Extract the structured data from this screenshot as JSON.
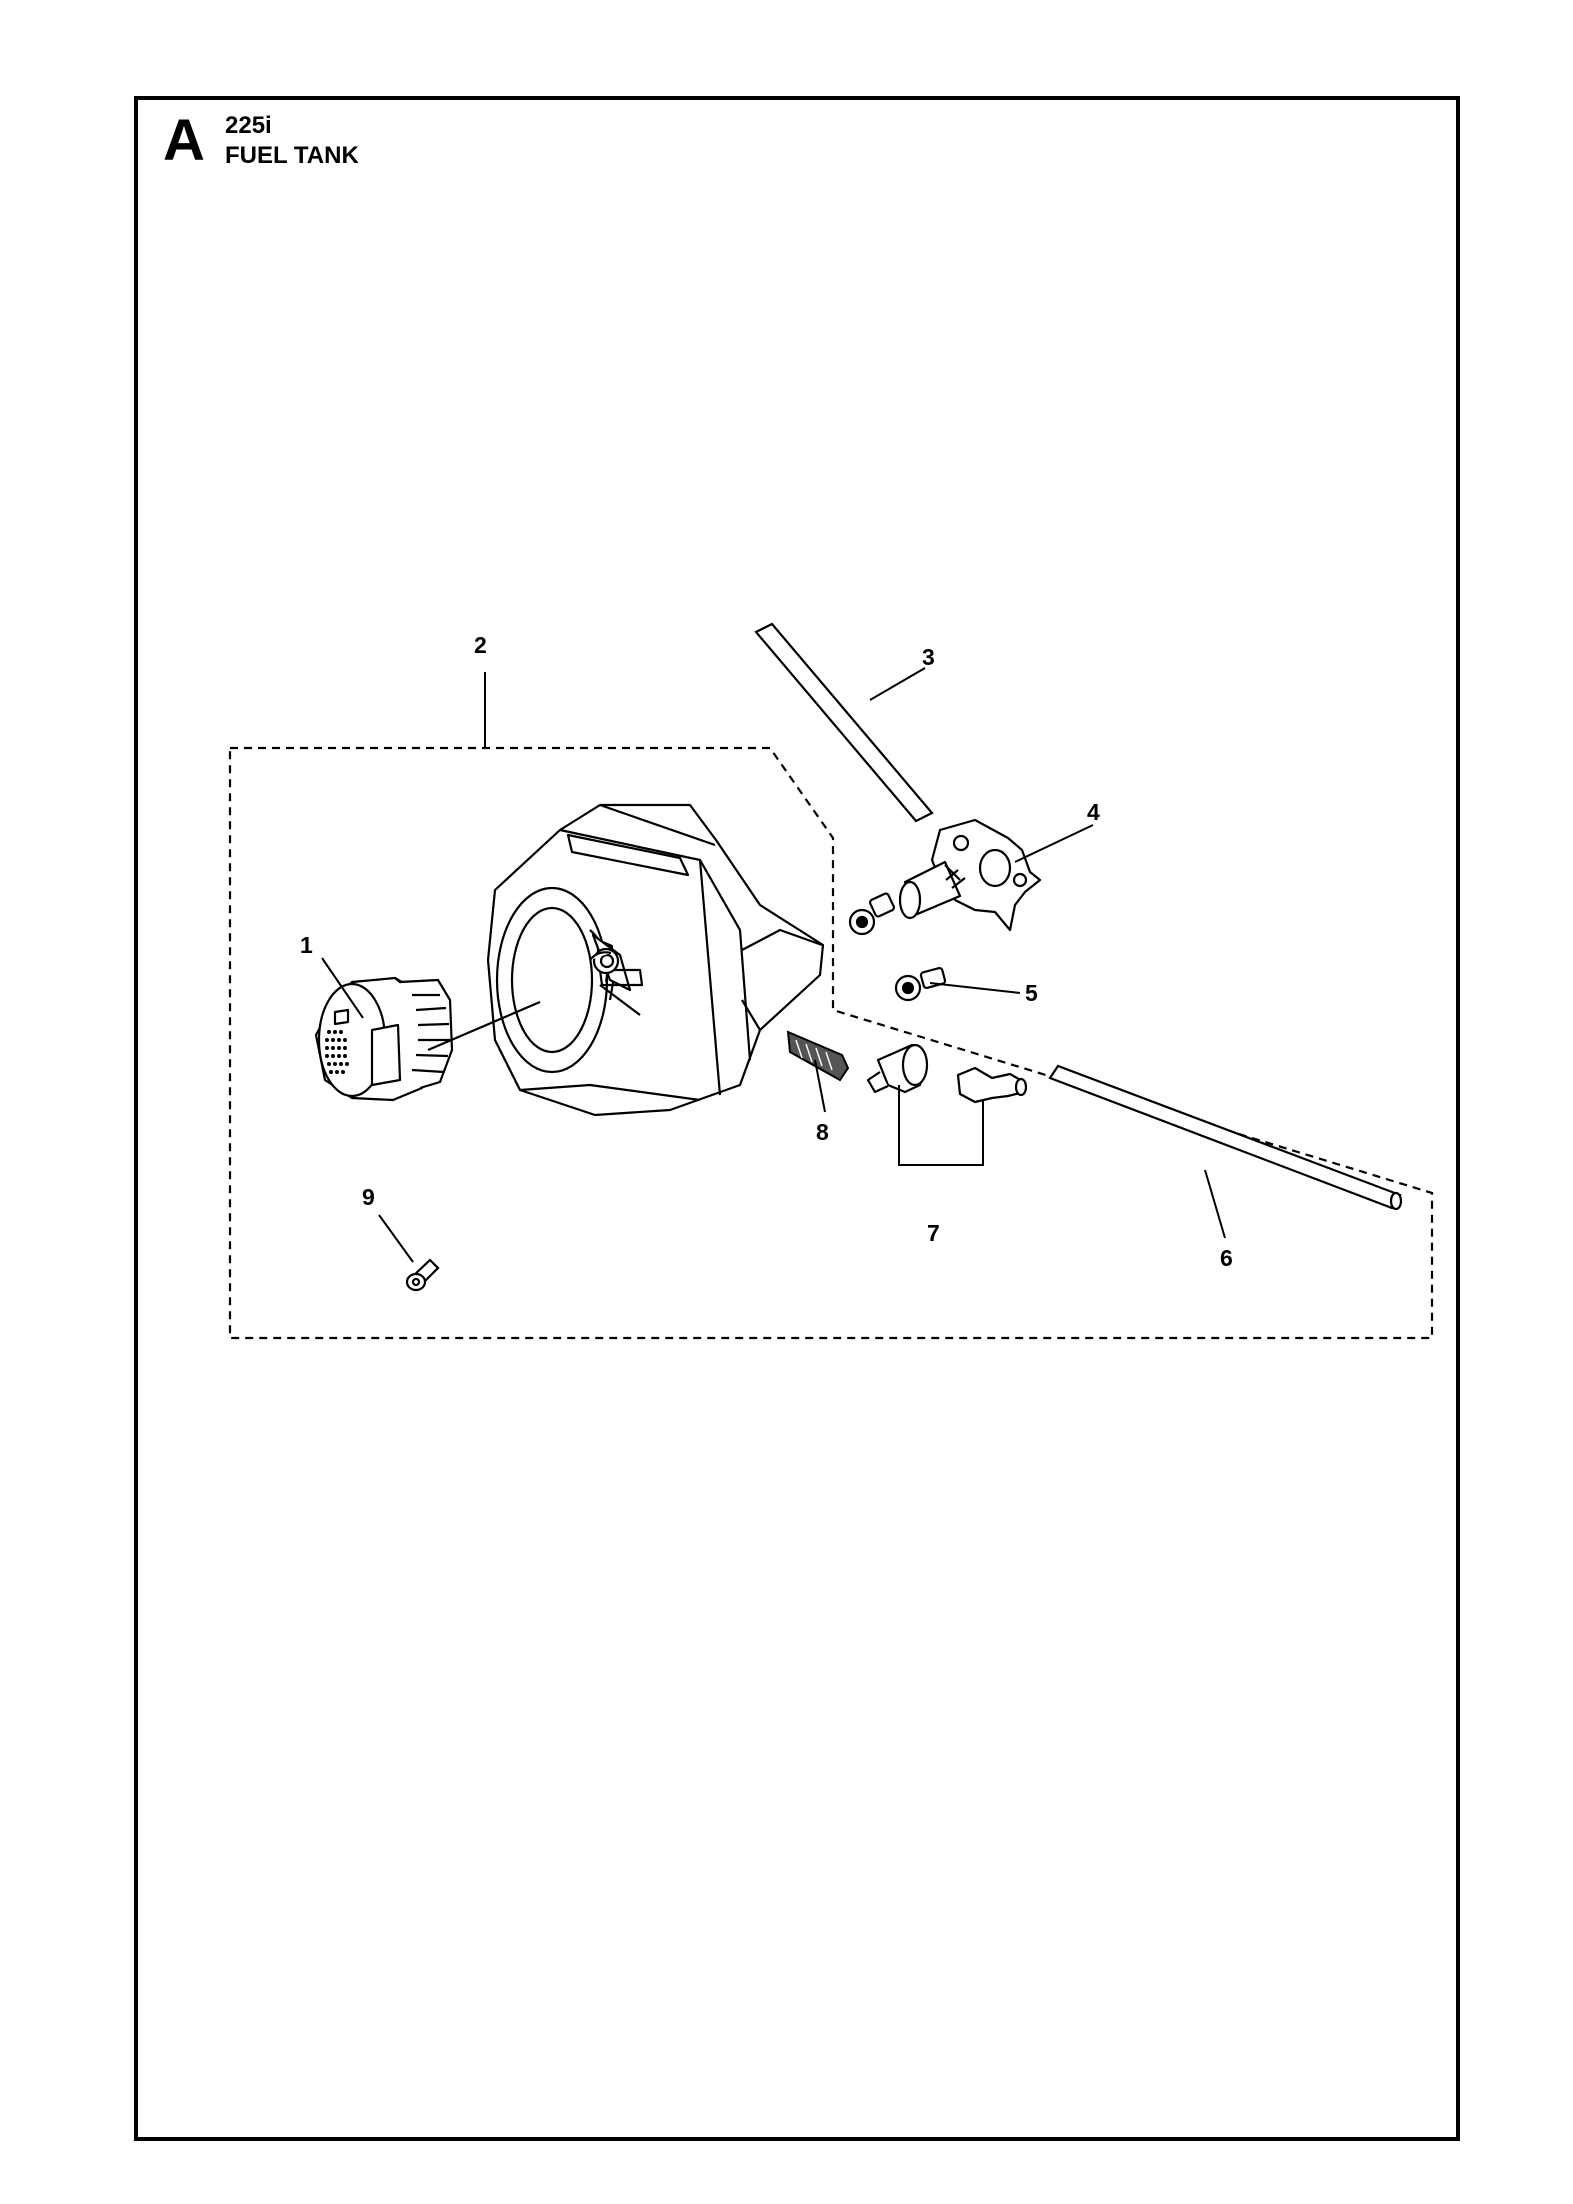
{
  "header": {
    "section_letter": "A",
    "model": "225i",
    "title": "FUEL TANK"
  },
  "callouts": [
    {
      "id": "1",
      "label": "1"
    },
    {
      "id": "2",
      "label": "2"
    },
    {
      "id": "3",
      "label": "3"
    },
    {
      "id": "4",
      "label": "4"
    },
    {
      "id": "5",
      "label": "5"
    },
    {
      "id": "6",
      "label": "6"
    },
    {
      "id": "7",
      "label": "7"
    },
    {
      "id": "8",
      "label": "8"
    },
    {
      "id": "9",
      "label": "9"
    }
  ],
  "parts": [
    {
      "callout": "1",
      "icon": "fuel-cap-icon"
    },
    {
      "callout": "2",
      "icon": "fuel-tank-icon"
    },
    {
      "callout": "3",
      "icon": "hose-icon"
    },
    {
      "callout": "4",
      "icon": "fuel-pump-bracket-icon"
    },
    {
      "callout": "5",
      "icon": "screw-icon"
    },
    {
      "callout": "6",
      "icon": "hose-icon"
    },
    {
      "callout": "7",
      "icon": "nipple-fitting-icon"
    },
    {
      "callout": "8",
      "icon": "fuel-filter-icon"
    },
    {
      "callout": "9",
      "icon": "plug-icon"
    }
  ]
}
